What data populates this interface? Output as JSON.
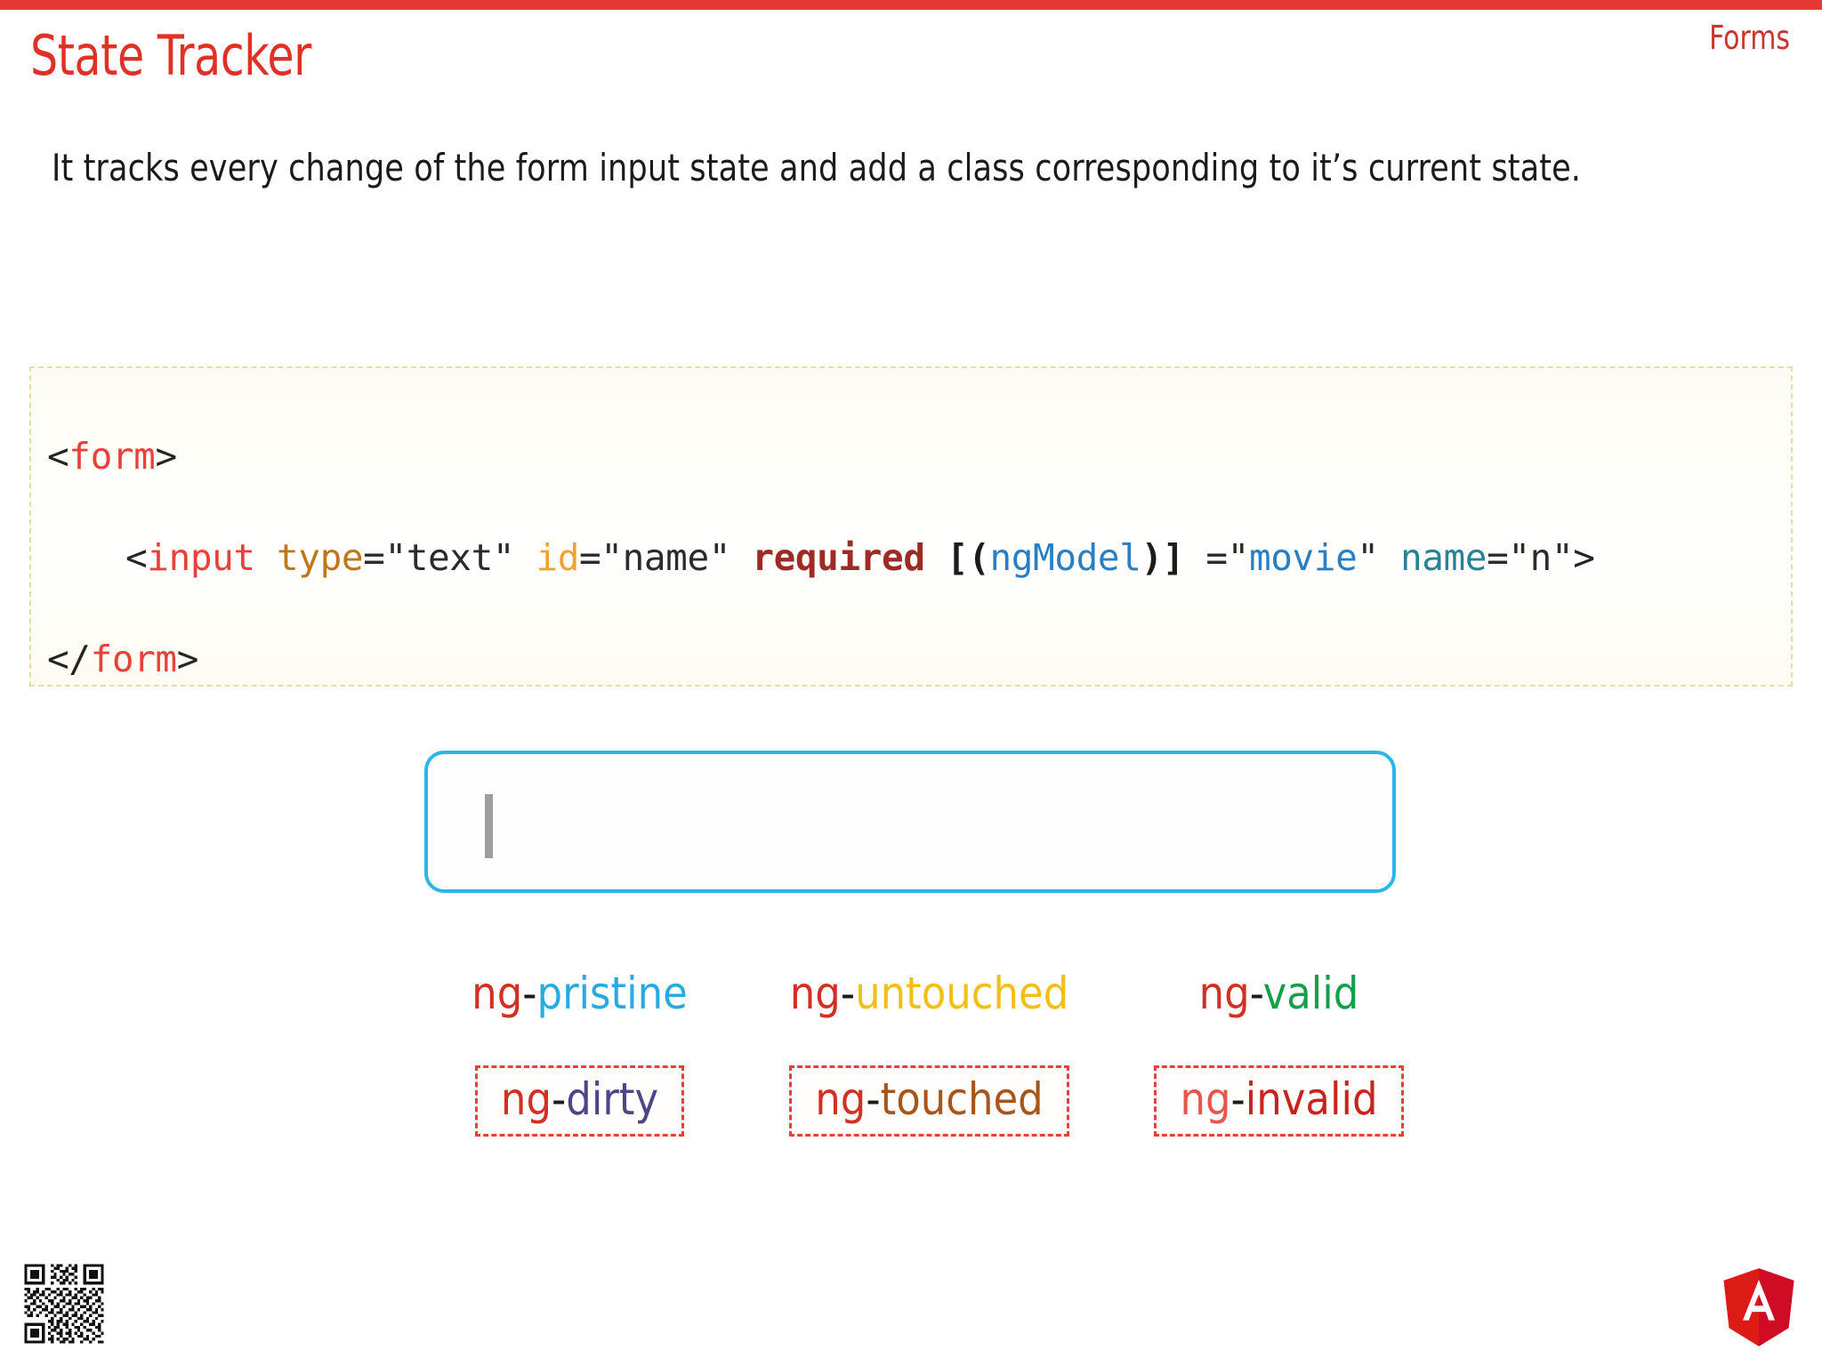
{
  "header": {
    "title": "State Tracker",
    "deck_label": "Forms",
    "accent_color": "#e53935",
    "title_color": "#e03127"
  },
  "lead_text": "It tracks every change of the form input state and add a class corresponding to it’s current state.",
  "code_block": {
    "border_color": "#e8dca8",
    "lines": [
      {
        "indented": false,
        "tokens": [
          {
            "text": "<",
            "kind": "punct"
          },
          {
            "text": "form",
            "kind": "tag"
          },
          {
            "text": ">",
            "kind": "punct"
          }
        ]
      },
      {
        "indented": true,
        "tokens": [
          {
            "text": "<",
            "kind": "punct"
          },
          {
            "text": "input",
            "kind": "tag"
          },
          {
            "text": " ",
            "kind": "punct"
          },
          {
            "text": "type",
            "kind": "attr1"
          },
          {
            "text": "=\"text\"",
            "kind": "str"
          },
          {
            "text": " ",
            "kind": "punct"
          },
          {
            "text": "id",
            "kind": "attr2"
          },
          {
            "text": "=\"name\"",
            "kind": "str"
          },
          {
            "text": " ",
            "kind": "punct"
          },
          {
            "text": "required",
            "kind": "req"
          },
          {
            "text": " ",
            "kind": "punct"
          },
          {
            "text": "[(",
            "kind": "brk"
          },
          {
            "text": "ngModel",
            "kind": "ng"
          },
          {
            "text": ")]",
            "kind": "brk"
          },
          {
            "text": " ",
            "kind": "punct"
          },
          {
            "text": "=\"",
            "kind": "str"
          },
          {
            "text": "movie",
            "kind": "val"
          },
          {
            "text": "\"",
            "kind": "str"
          },
          {
            "text": " ",
            "kind": "punct"
          },
          {
            "text": "name",
            "kind": "attr3"
          },
          {
            "text": "=\"n\"",
            "kind": "str"
          },
          {
            "text": ">",
            "kind": "punct"
          }
        ]
      },
      {
        "indented": false,
        "tokens": [
          {
            "text": "</",
            "kind": "punct"
          },
          {
            "text": "form",
            "kind": "tag"
          },
          {
            "text": ">",
            "kind": "punct"
          }
        ]
      }
    ]
  },
  "demo_input": {
    "value": "",
    "placeholder": "",
    "border_color": "#29b6e8",
    "caret_visible": true
  },
  "states": {
    "row_top": [
      {
        "prefix": "ng",
        "separator": "-",
        "suffix": "pristine",
        "suffix_color": "#29abe2",
        "boxed": false
      },
      {
        "prefix": "ng",
        "separator": "-",
        "suffix": "untouched",
        "suffix_color": "#f3bf16",
        "boxed": false
      },
      {
        "prefix": "ng",
        "separator": "-",
        "suffix": "valid",
        "suffix_color": "#14a04a",
        "boxed": false
      }
    ],
    "row_bottom": [
      {
        "prefix": "ng",
        "separator": "-",
        "suffix": "dirty",
        "suffix_color": "#4d4586",
        "boxed": true
      },
      {
        "prefix": "ng",
        "separator": "-",
        "suffix": "touched",
        "suffix_color": "#a8551a",
        "boxed": true
      },
      {
        "prefix": "ng",
        "separator": "-",
        "suffix": "invalid",
        "suffix_color": "#c9241c",
        "boxed": true
      }
    ]
  },
  "footer": {
    "qr_code_label": "qr-code",
    "logo_label": "angular-logo",
    "logo_color": "#dd1b16"
  }
}
